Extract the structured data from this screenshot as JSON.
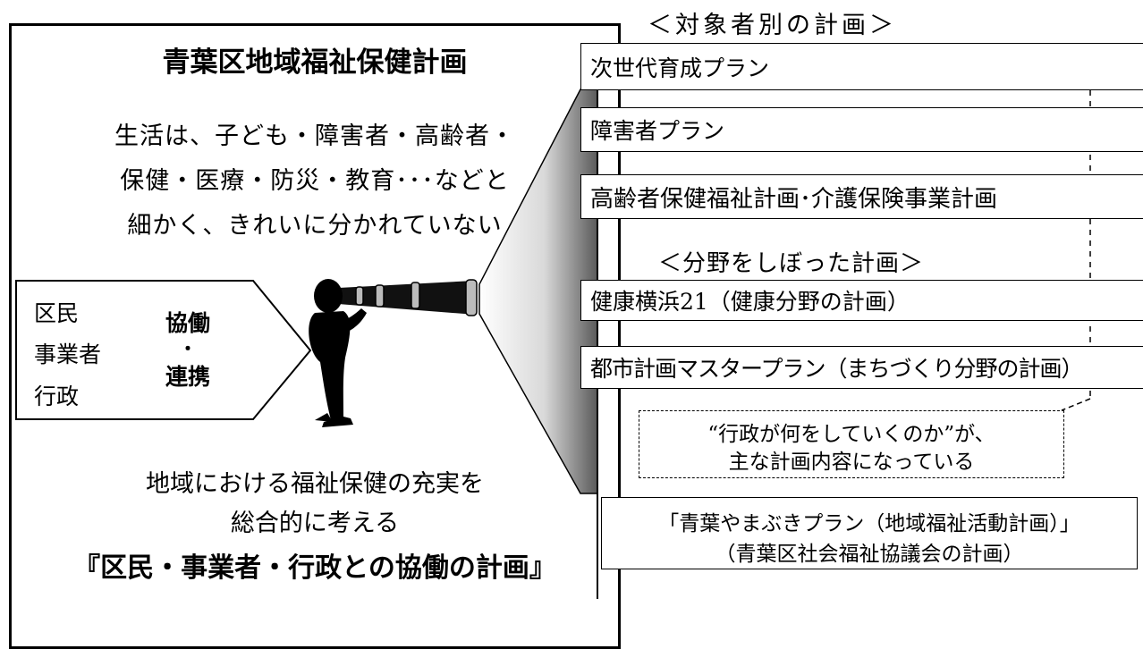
{
  "main": {
    "title": "青葉区地域福祉保健計画",
    "description": [
      "生活は、子ども・障害者・高齢者・",
      "保健・医療・防災・教育･･･などと",
      "細かく、きれいに分かれていない"
    ],
    "actors": [
      "区民",
      "事業者",
      "行政"
    ],
    "collaboration": [
      "協働",
      "・",
      "連携"
    ],
    "bottom": [
      "地域における福祉保健の充実を",
      "総合的に考える"
    ],
    "slogan": "『区民・事業者・行政との協働の計画』"
  },
  "right": {
    "heading_target": "＜対象者別の計画＞",
    "target_plans": [
      "次世代育成プラン",
      "障害者プラン",
      "高齢者保健福祉計画･介護保険事業計画"
    ],
    "heading_field": "＜分野をしぼった計画＞",
    "field_plans": [
      "健康横浜21（健康分野の計画）",
      "都市計画マスタープラン（まちづくり分野の計画）"
    ],
    "note": [
      "“行政が何をしていくのか”が、",
      "主な計画内容になっている"
    ],
    "council_plan": [
      "「青葉やまぶきプラン（地域福祉活動計画）」",
      "（青葉区社会福祉協議会の計画）"
    ]
  },
  "icons": {
    "figure": "person-with-telescope-icon"
  },
  "colors": {
    "line": "#000000",
    "background": "#ffffff",
    "beam_dark": "#555555",
    "beam_light": "#ffffff"
  }
}
